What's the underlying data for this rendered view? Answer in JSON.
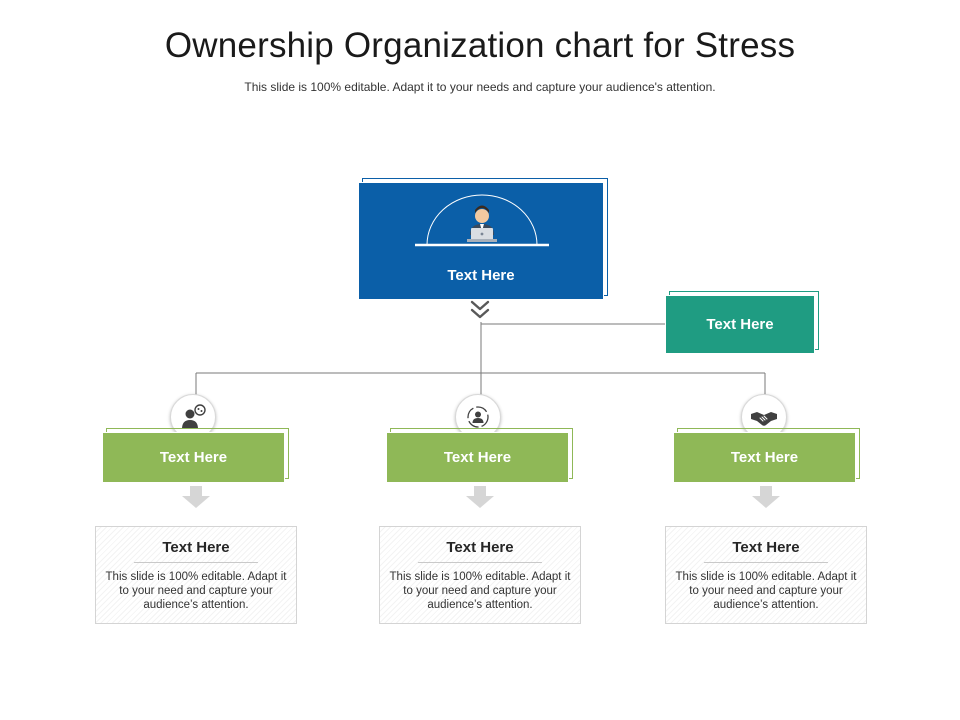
{
  "title": "Ownership Organization chart for Stress",
  "subtitle": "This slide is 100% editable. Adapt it to your needs and capture your audience's attention.",
  "colors": {
    "blue": "#0b5fa8",
    "teal": "#1f9c82",
    "green": "#8fb857",
    "connector": "#7a7a7a",
    "arrow": "#d6d6d6"
  },
  "top_box": {
    "label": "Text Here",
    "icon": "businessman-laptop-icon"
  },
  "side_box": {
    "label": "Text Here"
  },
  "branches": [
    {
      "label": "Text Here",
      "icon": "person-thinking-icon",
      "card": {
        "title": "Text Here",
        "body": "This slide is 100% editable. Adapt it to your need and capture your audience’s attention."
      }
    },
    {
      "label": "Text Here",
      "icon": "user-target-icon",
      "card": {
        "title": "Text Here",
        "body": "This slide is 100% editable. Adapt it to your need and capture your audience’s attention."
      }
    },
    {
      "label": "Text Here",
      "icon": "handshake-icon",
      "card": {
        "title": "Text Here",
        "body": "This slide is 100% editable. Adapt it to your need and capture your audience’s attention."
      }
    }
  ]
}
